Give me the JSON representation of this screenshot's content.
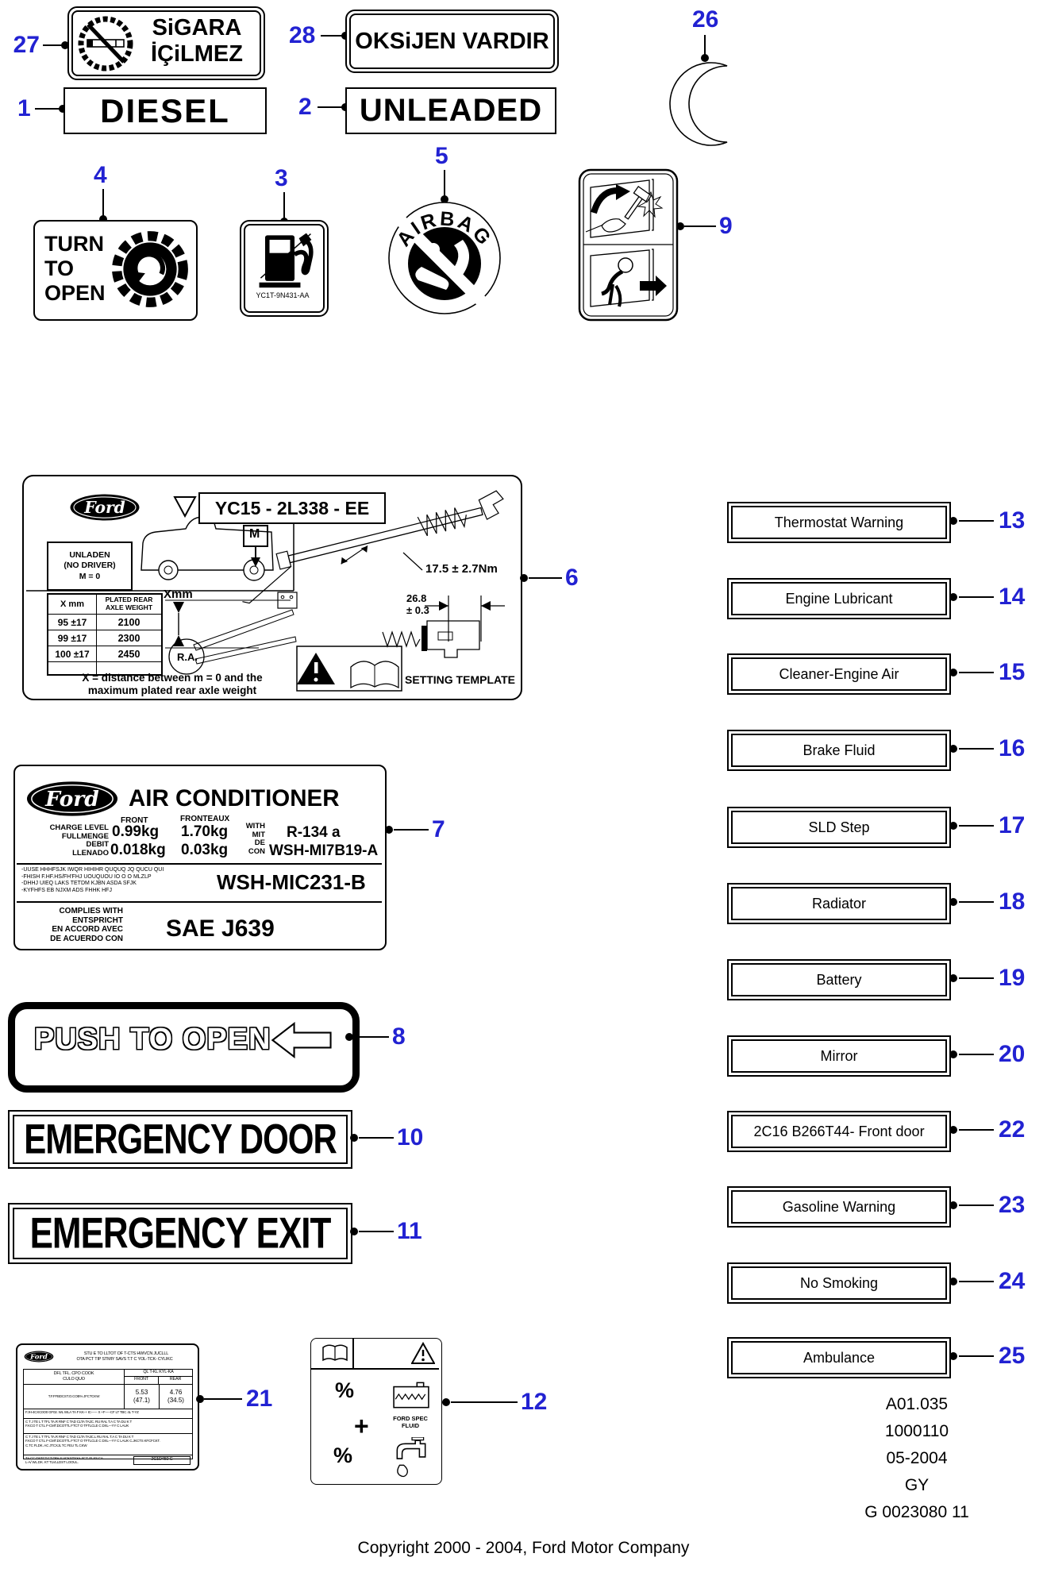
{
  "callouts": {
    "color": "#2222d2"
  },
  "brand": "Ford",
  "footer": {
    "copyright": "Copyright 2000 - 2004, Ford Motor Company",
    "refs": [
      "A01.035",
      "1000110",
      "05-2004",
      "GY",
      "G 0023080 11"
    ]
  },
  "labels": {
    "sigara": {
      "num": "27",
      "line1": "SiGARA",
      "line2": "İÇiLMEZ"
    },
    "oksijen": {
      "num": "28",
      "text": "OKSiJEN VARDIR"
    },
    "diesel": {
      "num": "1",
      "text": "DIESEL"
    },
    "unleaded": {
      "num": "2",
      "text": "UNLEADED"
    },
    "crescent": {
      "num": "26"
    },
    "turnopen": {
      "num": "4",
      "line1": "TURN",
      "line2": "TO",
      "line3": "OPEN"
    },
    "fuelpump": {
      "num": "3",
      "part": "YC1T-9N431-AA"
    },
    "airbag": {
      "num": "5",
      "arc_text": "AIRBAG"
    },
    "hammer": {
      "num": "9"
    },
    "axle": {
      "num": "6",
      "part": "YC15 - 2L338 - EE",
      "unladen1": "UNLADEN",
      "unladen2": "(NO DRIVER)",
      "unladen3": "M = 0",
      "m_box": "M",
      "xmm": "Xmm",
      "ra": "R.A.",
      "torque": "17.5 ± 2.7Nm",
      "dim1": "26.8",
      "dim2": "± 0.3",
      "setting_template": "SETTING TEMPLATE",
      "col1": "X mm",
      "col2a": "PLATED REAR",
      "col2b": "AXLE WEIGHT",
      "rows": [
        [
          "95 ±17",
          "2100"
        ],
        [
          "99 ±17",
          "2300"
        ],
        [
          "100 ±17",
          "2450"
        ],
        [
          "",
          ""
        ]
      ],
      "foot1": "X = distance between m = 0 and the",
      "foot2": "maximum plated rear axle weight"
    },
    "ac": {
      "num": "7",
      "title": "AIR CONDITIONER",
      "rowlab1": "CHARGE LEVEL",
      "rowlab2": "FULLMENGE",
      "rowlab3": "DEBIT",
      "rowlab4": "LLENADO",
      "colh1": "FRONT",
      "colh2": "FRONTEAUX",
      "v11": "0.99kg",
      "v12": "1.70kg",
      "v21": "0.018kg",
      "v22": "0.03kg",
      "with1": "WITH",
      "with2": "MIT",
      "with3": "DE",
      "with4": "CON",
      "refrigerant": "R-134 a",
      "part1": "WSH-MI7B19-A",
      "small1": "-UUSE HHHFSJK IWQR HIHIHR QUQUQ JQ QUCU QUI",
      "small2": "-FHISH F.HF.HS/FH'FHJ UOUQUOU IO O O MLZLP",
      "small3": "-DHHJ UIEQ LAKS TETDM KJBN ASDA SFJK",
      "small4": "-KYFHFS EB NJXM ADS FHHK HFJ",
      "part2": "WSH-MIC231-B",
      "comp1": "COMPLIES WITH",
      "comp2": "ENTSPRICHT",
      "comp3": "EN ACCORD AVEC",
      "comp4": "DE ACUERDO CON",
      "sae": "SAE J639"
    },
    "push": {
      "num": "8",
      "text": "PUSH TO OPEN"
    },
    "emdoor": {
      "num": "10",
      "text": "EMERGENCY DOOR"
    },
    "emexit": {
      "num": "11",
      "text": "EMERGENCY EXIT"
    },
    "tire": {
      "num": "21",
      "head1": "STU E TO LLTOT OF T-CTS HWVCN JUCLLL",
      "head2": "OTA PCT TIP STMIY SAVS T.T C YOL-TCK- CYLIKC",
      "th_left1": "DFL TFL. CPO COOK",
      "th_left2": "CULO QUO",
      "th_right": "QL T-KL KYL-KA",
      "front": "FRONT",
      "rear": "REAR",
      "rowlab": "T.F.FFBDCST.O.COB% JFCTCKW",
      "fv1": "5.53",
      "fv2": "(47.1)",
      "rv1": "4.76",
      "rv2": "(34.5)",
      "s1": "FJH-4CXC0O0 GF02. WL WLA TA F KK-+ IC------ X +F-----CF LT TBC 4L T-YZ",
      "s2": "C T J TE L T TFL TA.R RNF C TAD CLTA TA2C. RU RAL T.A C TA DU K T",
      "s3": "F.KCO T CT.L F-CMT.DCOTTL FTCT O TFTLCLE C DXL---YY C LAUK",
      "s4": "C T J TE L T TFL TA.R RNF C TAD CLTA TA3C.L RU RAL T.A C TA DU K T",
      "s5": "F.KCO T CT.L F-CMT.DCOTTL FTCT O TFTLCLE C DXL---YY C LAUK C.JKCTS KFCFCKT.",
      "s6": "C.TC FLDK. AC JTCXJL TC FEU TL CKW",
      "s7": "TA.CC DSTCT.CT DFA S.VCKSTSXA XCT. FLXS CA.",
      "s8": "L-A/ WL.DK. KT TLVLLDST LOOUL.",
      "boxr": "2C1D450  C"
    },
    "fluid": {
      "num": "12",
      "pct1": "%",
      "plus": "+",
      "pct2": "%",
      "ftext1": "FORD SPEC",
      "ftext2": "FLUID"
    }
  },
  "list": [
    {
      "num": "13",
      "text": "Thermostat Warning"
    },
    {
      "num": "14",
      "text": "Engine Lubricant"
    },
    {
      "num": "15",
      "text": "Cleaner-Engine Air"
    },
    {
      "num": "16",
      "text": "Brake Fluid"
    },
    {
      "num": "17",
      "text": "SLD Step"
    },
    {
      "num": "18",
      "text": "Radiator"
    },
    {
      "num": "19",
      "text": "Battery"
    },
    {
      "num": "20",
      "text": "Mirror"
    },
    {
      "num": "22",
      "text": "2C16 B266T44- Front door"
    },
    {
      "num": "23",
      "text": "Gasoline Warning"
    },
    {
      "num": "24",
      "text": "No Smoking"
    },
    {
      "num": "25",
      "text": "Ambulance"
    }
  ]
}
